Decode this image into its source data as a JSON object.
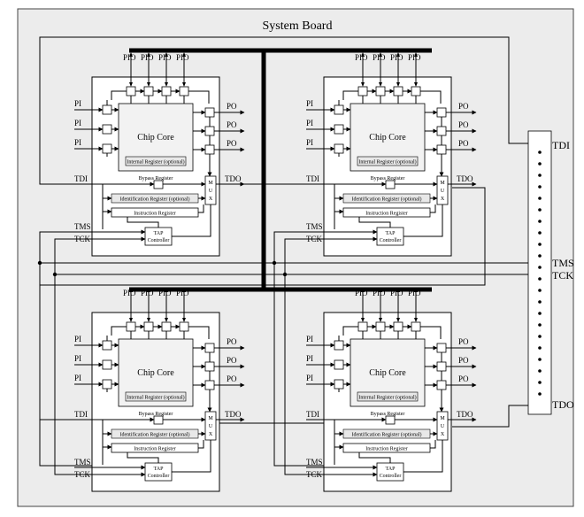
{
  "board": {
    "title": "System Board"
  },
  "chip": {
    "core_label": "Chip Core",
    "pio_label": "PIO",
    "pi_label": "PI",
    "po_label": "PO",
    "internal_register": "Internal Register (optional)",
    "bypass_register": "Bypass Register",
    "identification_register": "Identification Register (optional)",
    "instruction_register": "Instruction Register",
    "tap_line1": "TAP",
    "tap_line2": "Controller",
    "mux_letters": [
      "M",
      "U",
      "X"
    ],
    "tdi": "TDI",
    "tdo": "TDO",
    "tms": "TMS",
    "tck": "TCK"
  },
  "connector": {
    "tdi": "TDI",
    "tms": "TMS",
    "tck": "TCK",
    "tdo": "TDO"
  }
}
